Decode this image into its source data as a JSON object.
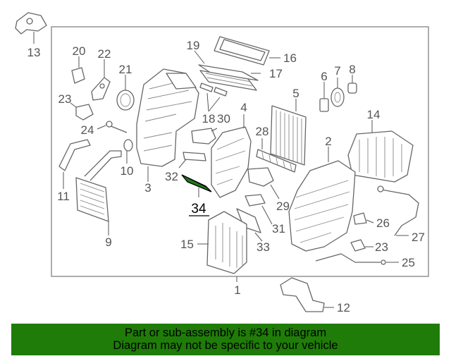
{
  "diagram": {
    "highlight_color": "#1f7a1f",
    "callouts": {
      "c1": "1",
      "c2": "2",
      "c3": "3",
      "c5": "5",
      "c6": "6",
      "c7": "7",
      "c8": "8",
      "c9": "9",
      "c10": "10",
      "c11": "11",
      "c12": "12",
      "c13": "13",
      "c14": "14",
      "c15": "15",
      "c16": "16",
      "c17": "17",
      "c18": "18",
      "c19": "19",
      "c20": "20",
      "c21": "21",
      "c22": "22",
      "c23a": "23",
      "c23b": "23",
      "c24": "24",
      "c25": "25",
      "c26": "26",
      "c27": "27",
      "c28": "28",
      "c29": "29",
      "c30": "30",
      "c31": "31",
      "c32": "32",
      "c33": "33",
      "c34": "34"
    }
  },
  "banner": {
    "color": "#1f7c08",
    "line1": "Part or sub-assembly is #34 in diagram",
    "line2": "Diagram may not be specific to your vehicle"
  }
}
